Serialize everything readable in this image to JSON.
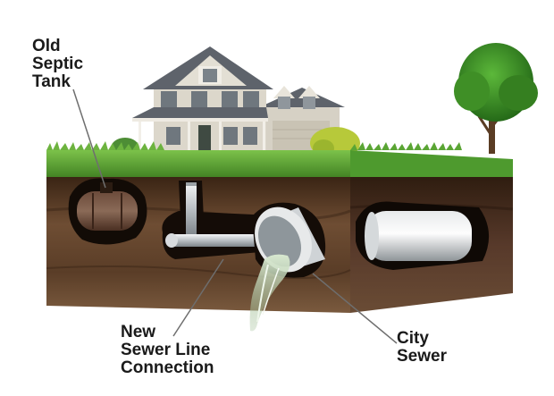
{
  "labels": {
    "old_septic_tank": [
      "Old",
      "Septic",
      "Tank"
    ],
    "new_sewer_line": [
      "New",
      "Sewer Line",
      "Connection"
    ],
    "city_sewer": [
      "City",
      "Sewer"
    ]
  },
  "colors": {
    "grass": "#5fa535",
    "soil_dark": "#3b2516",
    "soil_mid": "#6b4a31",
    "pipe": "#c9cdd1",
    "water": "#cfe3c8",
    "house_siding": "#d9d4c8",
    "roof": "#5e636b"
  }
}
